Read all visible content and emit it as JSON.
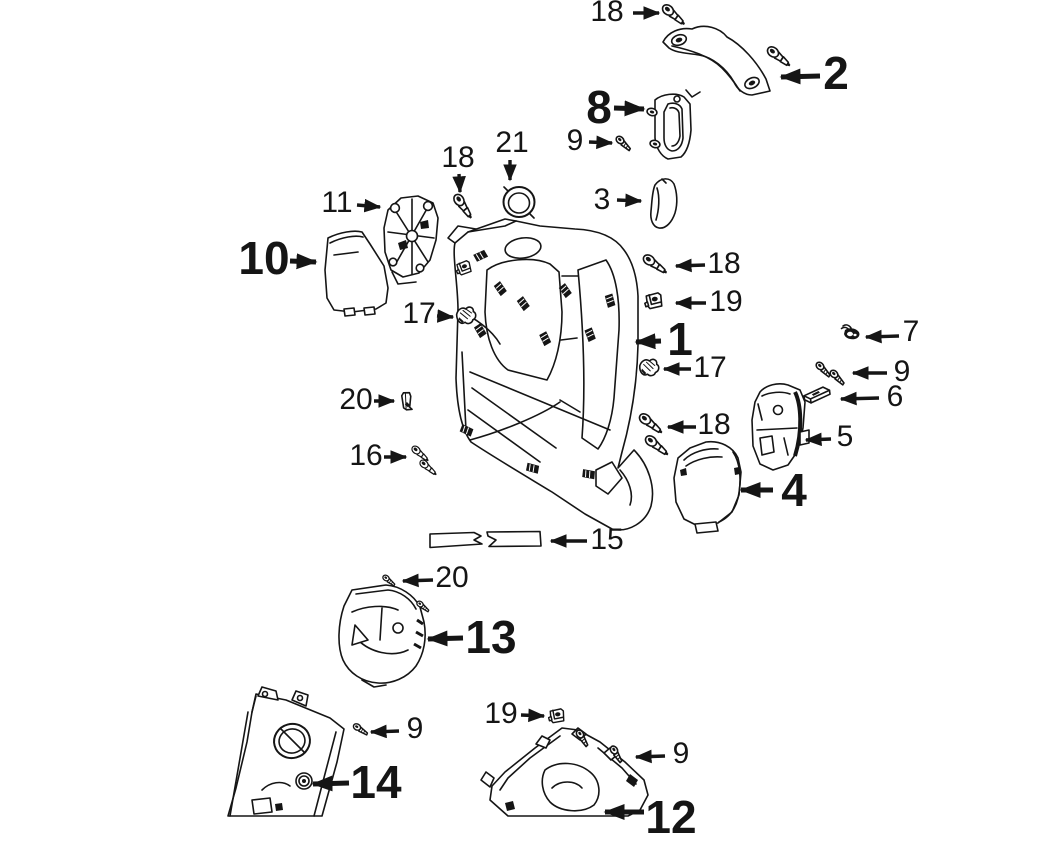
{
  "page": {
    "type": "exploded-parts-diagram",
    "background": "#ffffff",
    "line_color": "#151515"
  },
  "callouts": [
    {
      "id": "18-top",
      "label": "18",
      "emphasis": "regular"
    },
    {
      "id": "2",
      "label": "2",
      "emphasis": "bold"
    },
    {
      "id": "8",
      "label": "8",
      "emphasis": "bold"
    },
    {
      "id": "9-top",
      "label": "9",
      "emphasis": "regular"
    },
    {
      "id": "21",
      "label": "21",
      "emphasis": "regular"
    },
    {
      "id": "18-upper-mid",
      "label": "18",
      "emphasis": "regular"
    },
    {
      "id": "3",
      "label": "3",
      "emphasis": "regular"
    },
    {
      "id": "11",
      "label": "11",
      "emphasis": "regular"
    },
    {
      "id": "10",
      "label": "10",
      "emphasis": "bold"
    },
    {
      "id": "17-left",
      "label": "17",
      "emphasis": "regular"
    },
    {
      "id": "18-right-upper",
      "label": "18",
      "emphasis": "regular"
    },
    {
      "id": "19-right",
      "label": "19",
      "emphasis": "regular"
    },
    {
      "id": "1",
      "label": "1",
      "emphasis": "bold"
    },
    {
      "id": "17-right",
      "label": "17",
      "emphasis": "regular"
    },
    {
      "id": "7",
      "label": "7",
      "emphasis": "regular"
    },
    {
      "id": "9-right",
      "label": "9",
      "emphasis": "regular"
    },
    {
      "id": "6",
      "label": "6",
      "emphasis": "regular"
    },
    {
      "id": "5",
      "label": "5",
      "emphasis": "regular"
    },
    {
      "id": "18-right-lower",
      "label": "18",
      "emphasis": "regular"
    },
    {
      "id": "4",
      "label": "4",
      "emphasis": "bold"
    },
    {
      "id": "20-left",
      "label": "20",
      "emphasis": "regular"
    },
    {
      "id": "16",
      "label": "16",
      "emphasis": "regular"
    },
    {
      "id": "15",
      "label": "15",
      "emphasis": "regular"
    },
    {
      "id": "20-mid",
      "label": "20",
      "emphasis": "regular"
    },
    {
      "id": "13",
      "label": "13",
      "emphasis": "bold"
    },
    {
      "id": "9-bottom-left",
      "label": "9",
      "emphasis": "regular"
    },
    {
      "id": "14",
      "label": "14",
      "emphasis": "bold"
    },
    {
      "id": "19-bottom",
      "label": "19",
      "emphasis": "regular"
    },
    {
      "id": "9-bottom-right",
      "label": "9",
      "emphasis": "regular"
    },
    {
      "id": "12",
      "label": "12",
      "emphasis": "bold"
    }
  ]
}
